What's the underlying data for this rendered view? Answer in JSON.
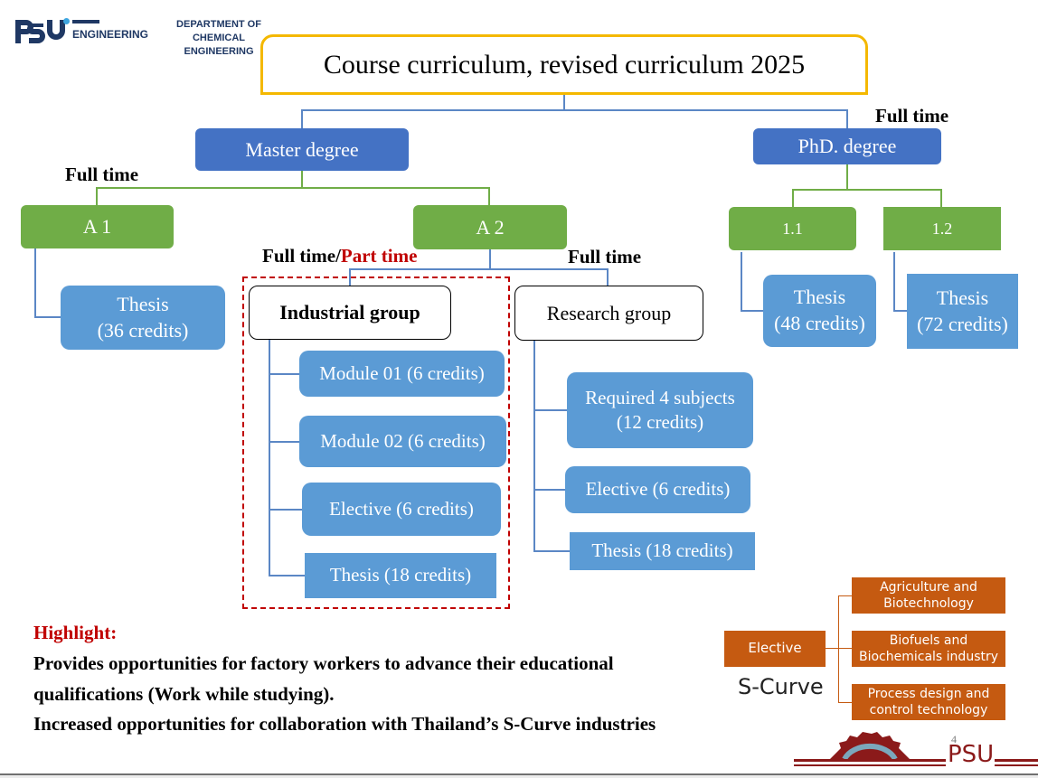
{
  "header": {
    "logo_text": "PSU",
    "logo_sub": "ENGINEERING",
    "department_lines": [
      "DEPARTMENT OF",
      "CHEMICAL",
      "ENGINEERING"
    ],
    "title": "Course curriculum, revised curriculum 2025"
  },
  "master": {
    "label": "Master degree",
    "mode_label": "Full time",
    "a1": {
      "label": "A 1",
      "thesis_line1": "Thesis",
      "thesis_line2": "(36 credits)"
    },
    "a2": {
      "label": "A 2",
      "industrial_mode_prefix": "Full time/",
      "industrial_mode_highlight": "Part time",
      "research_mode": "Full time",
      "industrial_group": {
        "label": "Industrial group",
        "items": [
          "Module 01 (6 credits)",
          "Module 02 (6 credits)",
          "Elective (6 credits)",
          "Thesis (18 credits)"
        ]
      },
      "research_group": {
        "label": "Research group",
        "required_line1": "Required 4 subjects",
        "required_line2": "(12 credits)",
        "items": [
          "Elective (6 credits)",
          "Thesis (18 credits)"
        ]
      }
    }
  },
  "phd": {
    "label": "PhD. degree",
    "mode_label": "Full time",
    "p11": {
      "label": "1.1",
      "thesis_line1": "Thesis",
      "thesis_line2": "(48 credits)"
    },
    "p12": {
      "label": "1.2",
      "thesis_line1": "Thesis",
      "thesis_line2": "(72 credits)"
    }
  },
  "highlight": {
    "heading": "Highlight:",
    "line1": "Provides opportunities for factory workers to advance their educational",
    "line2": "qualifications (Work while studying).",
    "line3": "Increased opportunities for collaboration with Thailand’s S-Curve industries"
  },
  "scurve": {
    "root": "Elective",
    "caption": "S-Curve",
    "branches": [
      [
        "Agriculture and",
        "Biotechnology"
      ],
      [
        "Biofuels and",
        "Biochemicals industry"
      ],
      [
        "Process design and",
        "control technology"
      ]
    ]
  },
  "footer": {
    "page_number": "4",
    "logo_text": "PSU"
  },
  "colors": {
    "title_border": "#f4b800",
    "degree": "#4472c4",
    "track": "#70ad47",
    "course": "#5b9bd5",
    "scurve": "#c55a11",
    "highlight": "#c00000",
    "brand": "#1f3864"
  }
}
